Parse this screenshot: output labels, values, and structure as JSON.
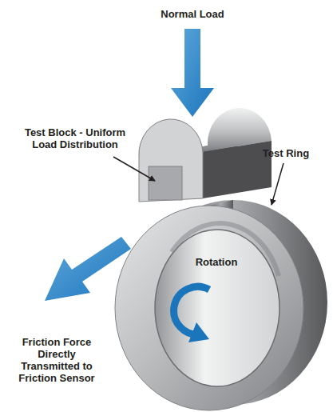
{
  "diagram": {
    "labels": [
      "Normal Load",
      "Test Block - Uniform Load Distribution",
      "Test Ring",
      "Rotation",
      "Friction Force Directly Transmitted to Friction Sensor"
    ]
  }
}
